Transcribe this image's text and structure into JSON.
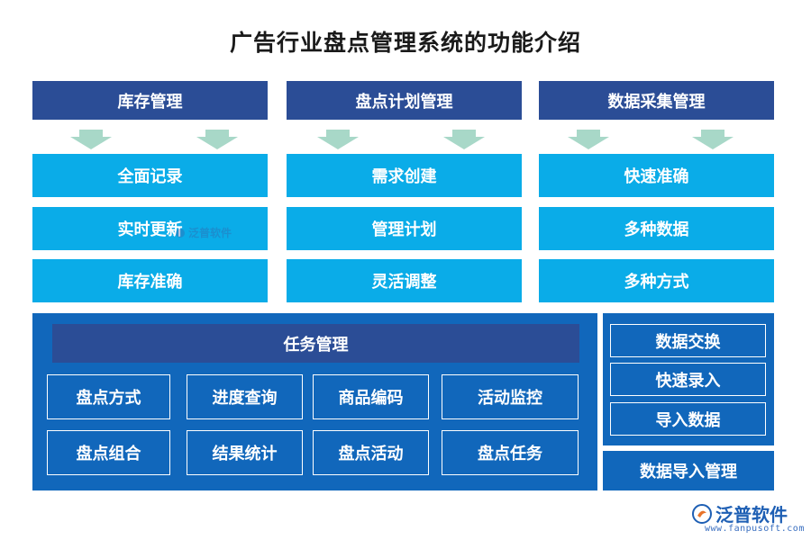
{
  "title": "广告行业盘点管理系统的功能介绍",
  "columns": [
    {
      "header": "库存管理",
      "items": [
        "全面记录",
        "实时更新",
        "库存准确"
      ]
    },
    {
      "header": "盘点计划管理",
      "items": [
        "需求创建",
        "管理计划",
        "灵活调整"
      ]
    },
    {
      "header": "数据采集管理",
      "items": [
        "快速准确",
        "多种数据",
        "多种方式"
      ]
    }
  ],
  "task_panel": {
    "header": "任务管理",
    "items": [
      "盘点方式",
      "进度查询",
      "商品编码",
      "活动监控",
      "盘点组合",
      "结果统计",
      "盘点活动",
      "盘点任务"
    ]
  },
  "side_panel": {
    "items": [
      "数据交换",
      "快速录入",
      "导入数据"
    ],
    "footer": "数据导入管理"
  },
  "watermark": "泛普软件",
  "logo": {
    "text": "泛普软件",
    "url": "www.fanpusoft.com"
  },
  "colors": {
    "header": "#2b4d96",
    "cyan": "#0aace8",
    "panel": "#1167bb",
    "arrow": "#a8d8c8"
  }
}
